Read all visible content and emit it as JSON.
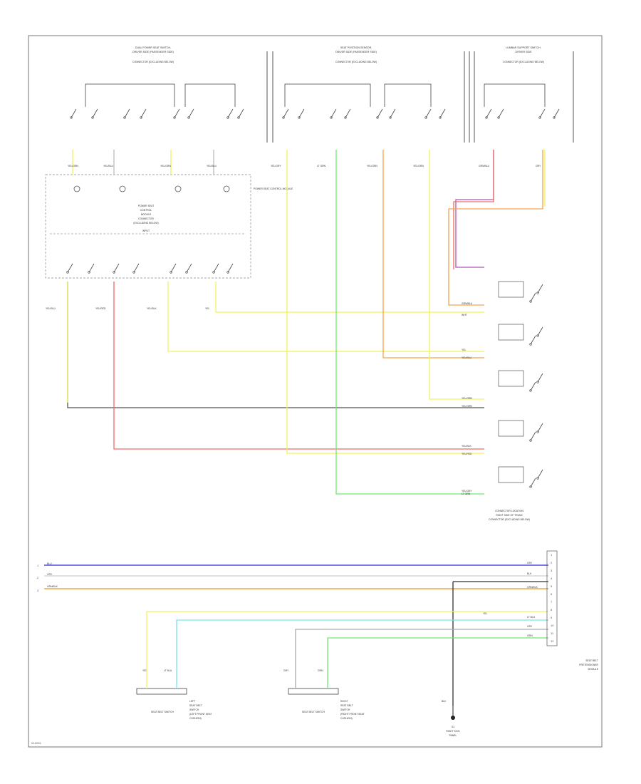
{
  "page_id": "W-0001",
  "colors": {
    "yellow": "#f2f25a",
    "red": "#f06a6a",
    "green": "#6ee86e",
    "orange": "#f4a34a",
    "purple": "#b054b8",
    "blue": "#4a4ae8",
    "cyan": "#6fe6e6",
    "gray": "#555555",
    "black": "#222222"
  },
  "switch_groups": [
    {
      "title": "DUAL POWER SEAT SWITCH,",
      "subtitle": "DRIVER SIDE (PASSENGER SIDE)",
      "note": "CONNECTOR (EXCLUDING BELOW)"
    },
    {
      "title": "SEAT POSITION SENSOR,",
      "subtitle": "DRIVER SIDE (PASSENGER SIDE)",
      "note": "CONNECTOR (EXCLUDING BELOW)"
    },
    {
      "title": "LUMBAR SUPPORT SWITCH,",
      "subtitle": "DRIVER SIDE",
      "note": "CONNECTOR (EXCLUDING BELOW)"
    }
  ],
  "wire_labels_top": [
    "YEL/GRN",
    "YEL/BLU",
    "YEL/GRN",
    "YEL/BLU",
    "YEL/GRY",
    "LT GRN",
    "YEL/GRN",
    "YEL/GRN",
    "GRN/BLU",
    "GRY"
  ],
  "module_box": {
    "title": "POWER SEAT CONTROL MODULE",
    "side_label": "POWER SEAT CONTROL MODULE",
    "inner_lines": [
      "POWER SEAT",
      "CONTROL",
      "MODULE",
      "CONNECTOR",
      "(EXCLUDING BELOW)"
    ],
    "inner_divider": "INPUT"
  },
  "wire_labels_mid": [
    "YEL/BLU",
    "YEL/RED",
    "YEL/BLK",
    "YEL"
  ],
  "right_wire_labels": [
    "GRN/BLU",
    "WHT",
    "YEL",
    "YEL/BLU",
    "YEL/GRN",
    "YEL/GRN",
    "YEL/BLK",
    "YEL/RED",
    "YEL/GRY",
    "LT GRN"
  ],
  "right_relay_caption": [
    "CONNECTOR LOCATION",
    "RIGHT SIDE OF TRUNK",
    "CONNECTOR (EXCLUDING BELOW)"
  ],
  "bus_lines": [
    {
      "label": "BLU"
    },
    {
      "label": "GRY"
    },
    {
      "label": "ORN/BLK"
    }
  ],
  "bus_left_pins": [
    "1",
    "2",
    "3"
  ],
  "right_connector_labels": [
    "GRY",
    "BLK",
    "ORN/BLK",
    "YEL",
    "LT BLU",
    "GRY",
    "GRN"
  ],
  "right_connector_pins": [
    "1",
    "2",
    "3",
    "4",
    "5",
    "6",
    "7",
    "8",
    "9",
    "10",
    "11",
    "12"
  ],
  "right_module_caption": [
    "SEAT BELT",
    "PRETENSIONER",
    "MODULE"
  ],
  "sensors": [
    {
      "wires": [
        "YEL",
        "LT BLU"
      ],
      "box": "SEAT BELT SWITCH",
      "lines": [
        "LEFT",
        "SEAT BELT",
        "SWITCH",
        "(LEFT FRONT SEAT",
        "CUSHION)"
      ]
    },
    {
      "wires": [
        "GRY",
        "GRN"
      ],
      "box": "SEAT BELT SWITCH",
      "lines": [
        "RIGHT",
        "SEAT BELT",
        "SWITCH",
        "(RIGHT FRONT SEAT",
        "CUSHION)"
      ]
    }
  ],
  "ground": {
    "wire": "BLK",
    "label": "G1",
    "sub": [
      "RIGHT KICK",
      "PANEL"
    ]
  }
}
